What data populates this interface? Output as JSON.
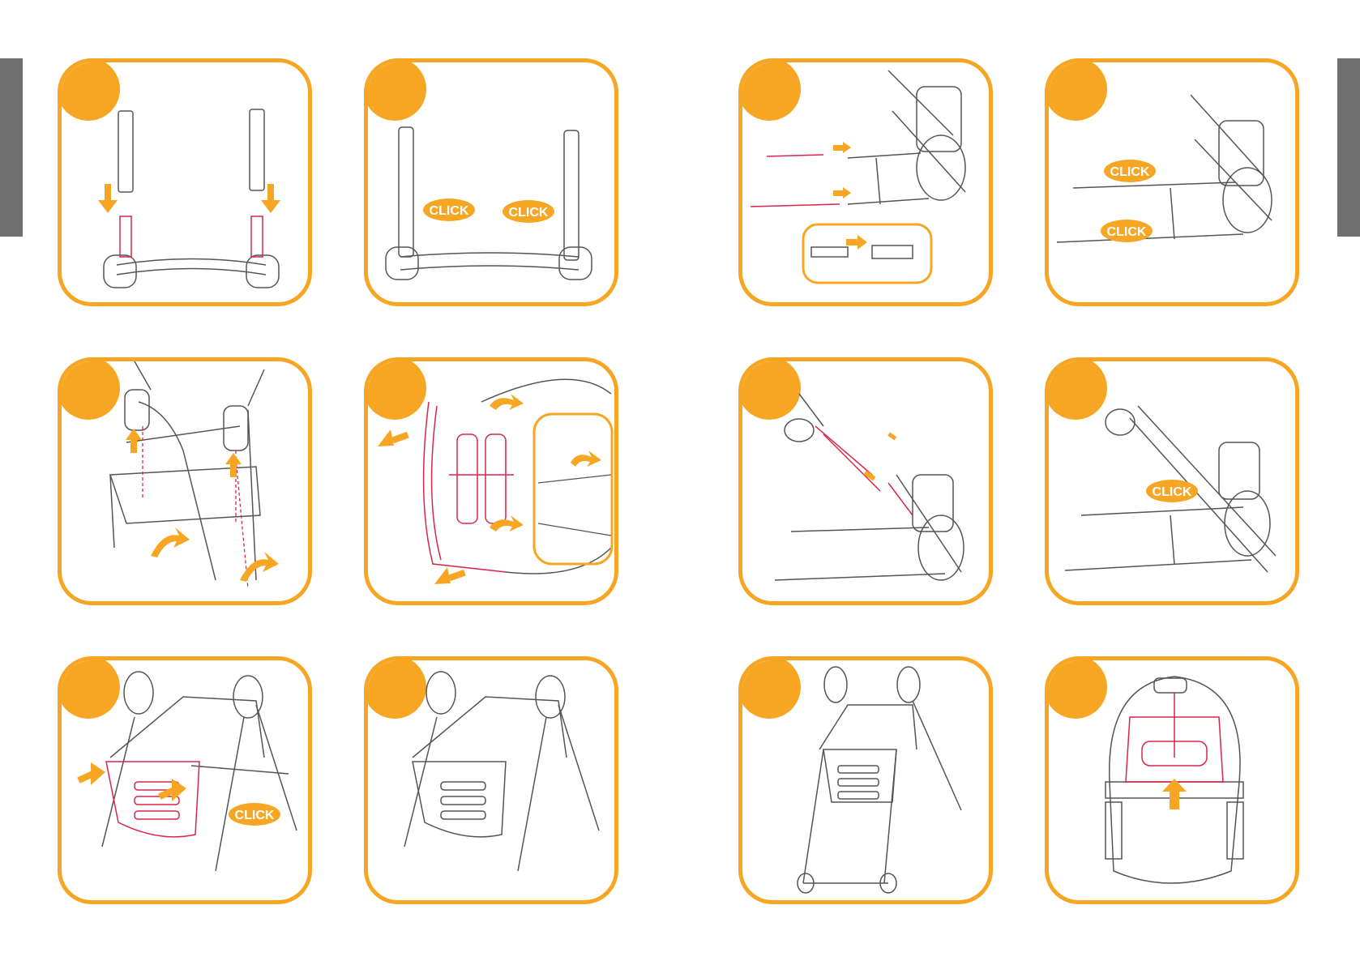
{
  "theme": {
    "accent": "#f6a623",
    "line": "#555555",
    "highlight": "#d8254a",
    "tab": "#6f6f6f"
  },
  "click_label": "CLICK",
  "panels": [
    {
      "id": "p1",
      "clicks": []
    },
    {
      "id": "p2",
      "clicks": [
        "CLICK",
        "CLICK"
      ]
    },
    {
      "id": "p3",
      "clicks": []
    },
    {
      "id": "p4",
      "clicks": [
        "CLICK",
        "CLICK"
      ]
    },
    {
      "id": "p5",
      "clicks": []
    },
    {
      "id": "p6",
      "clicks": []
    },
    {
      "id": "p7",
      "clicks": []
    },
    {
      "id": "p8",
      "clicks": [
        "CLICK"
      ]
    },
    {
      "id": "p9",
      "clicks": [
        "CLICK"
      ]
    },
    {
      "id": "p10",
      "clicks": []
    },
    {
      "id": "p11",
      "clicks": []
    },
    {
      "id": "p12",
      "clicks": []
    }
  ]
}
